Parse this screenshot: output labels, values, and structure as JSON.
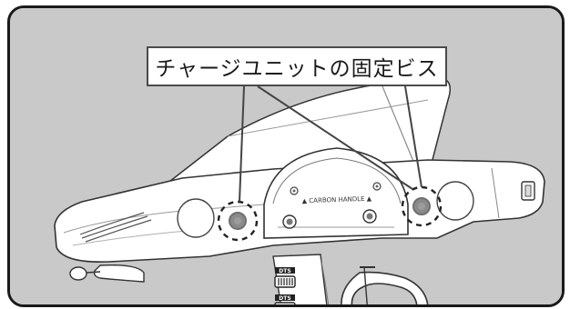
{
  "callout": {
    "label": "チャージユニットの固定ビス"
  },
  "handle": {
    "label": "▲ CARBON HANDLE ▲"
  },
  "switches": {
    "top_label": "DTS",
    "bottom_label": "DTS"
  },
  "colors": {
    "background": "#c9c9c9",
    "body": "#ffffff",
    "outline": "#333333",
    "screw": "#8a8a8a",
    "screw_ring": "#6f6f6f",
    "callout_border": "#4a4a4a"
  },
  "icons": {
    "screw_markers": [
      "dashed-circle-icon",
      "dashed-circle-icon"
    ]
  }
}
